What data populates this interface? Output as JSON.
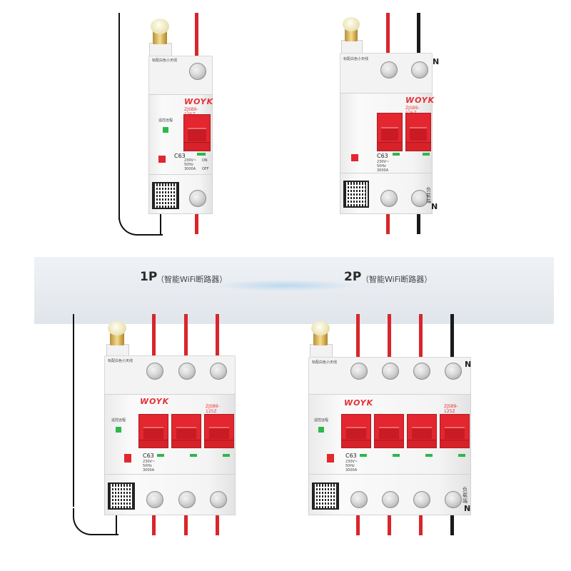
{
  "band": {
    "label_1p_main": "1P",
    "label_1p_sub": "（智能WiFi断路器）",
    "label_2p_main": "2P",
    "label_2p_sub": "（智能WiFi断路器）"
  },
  "breaker": {
    "brand": "WOYK",
    "model": "ZJSB9-125Z",
    "antenna_note": "标配白色小天线",
    "remote_label": "遥控远程",
    "rating": "C63",
    "spec_voltage": "230V~",
    "spec_freq": "50Hz",
    "spec_breaking": "3000A",
    "on_label": "ON",
    "off_label": "OFF",
    "load_label": "负载端",
    "neutral_label": "N"
  },
  "colors": {
    "live_wire": "#d8262a",
    "neutral_wire": "#1a1a1a",
    "toggle_red": "#e3262f",
    "brand_red": "#e53035"
  }
}
